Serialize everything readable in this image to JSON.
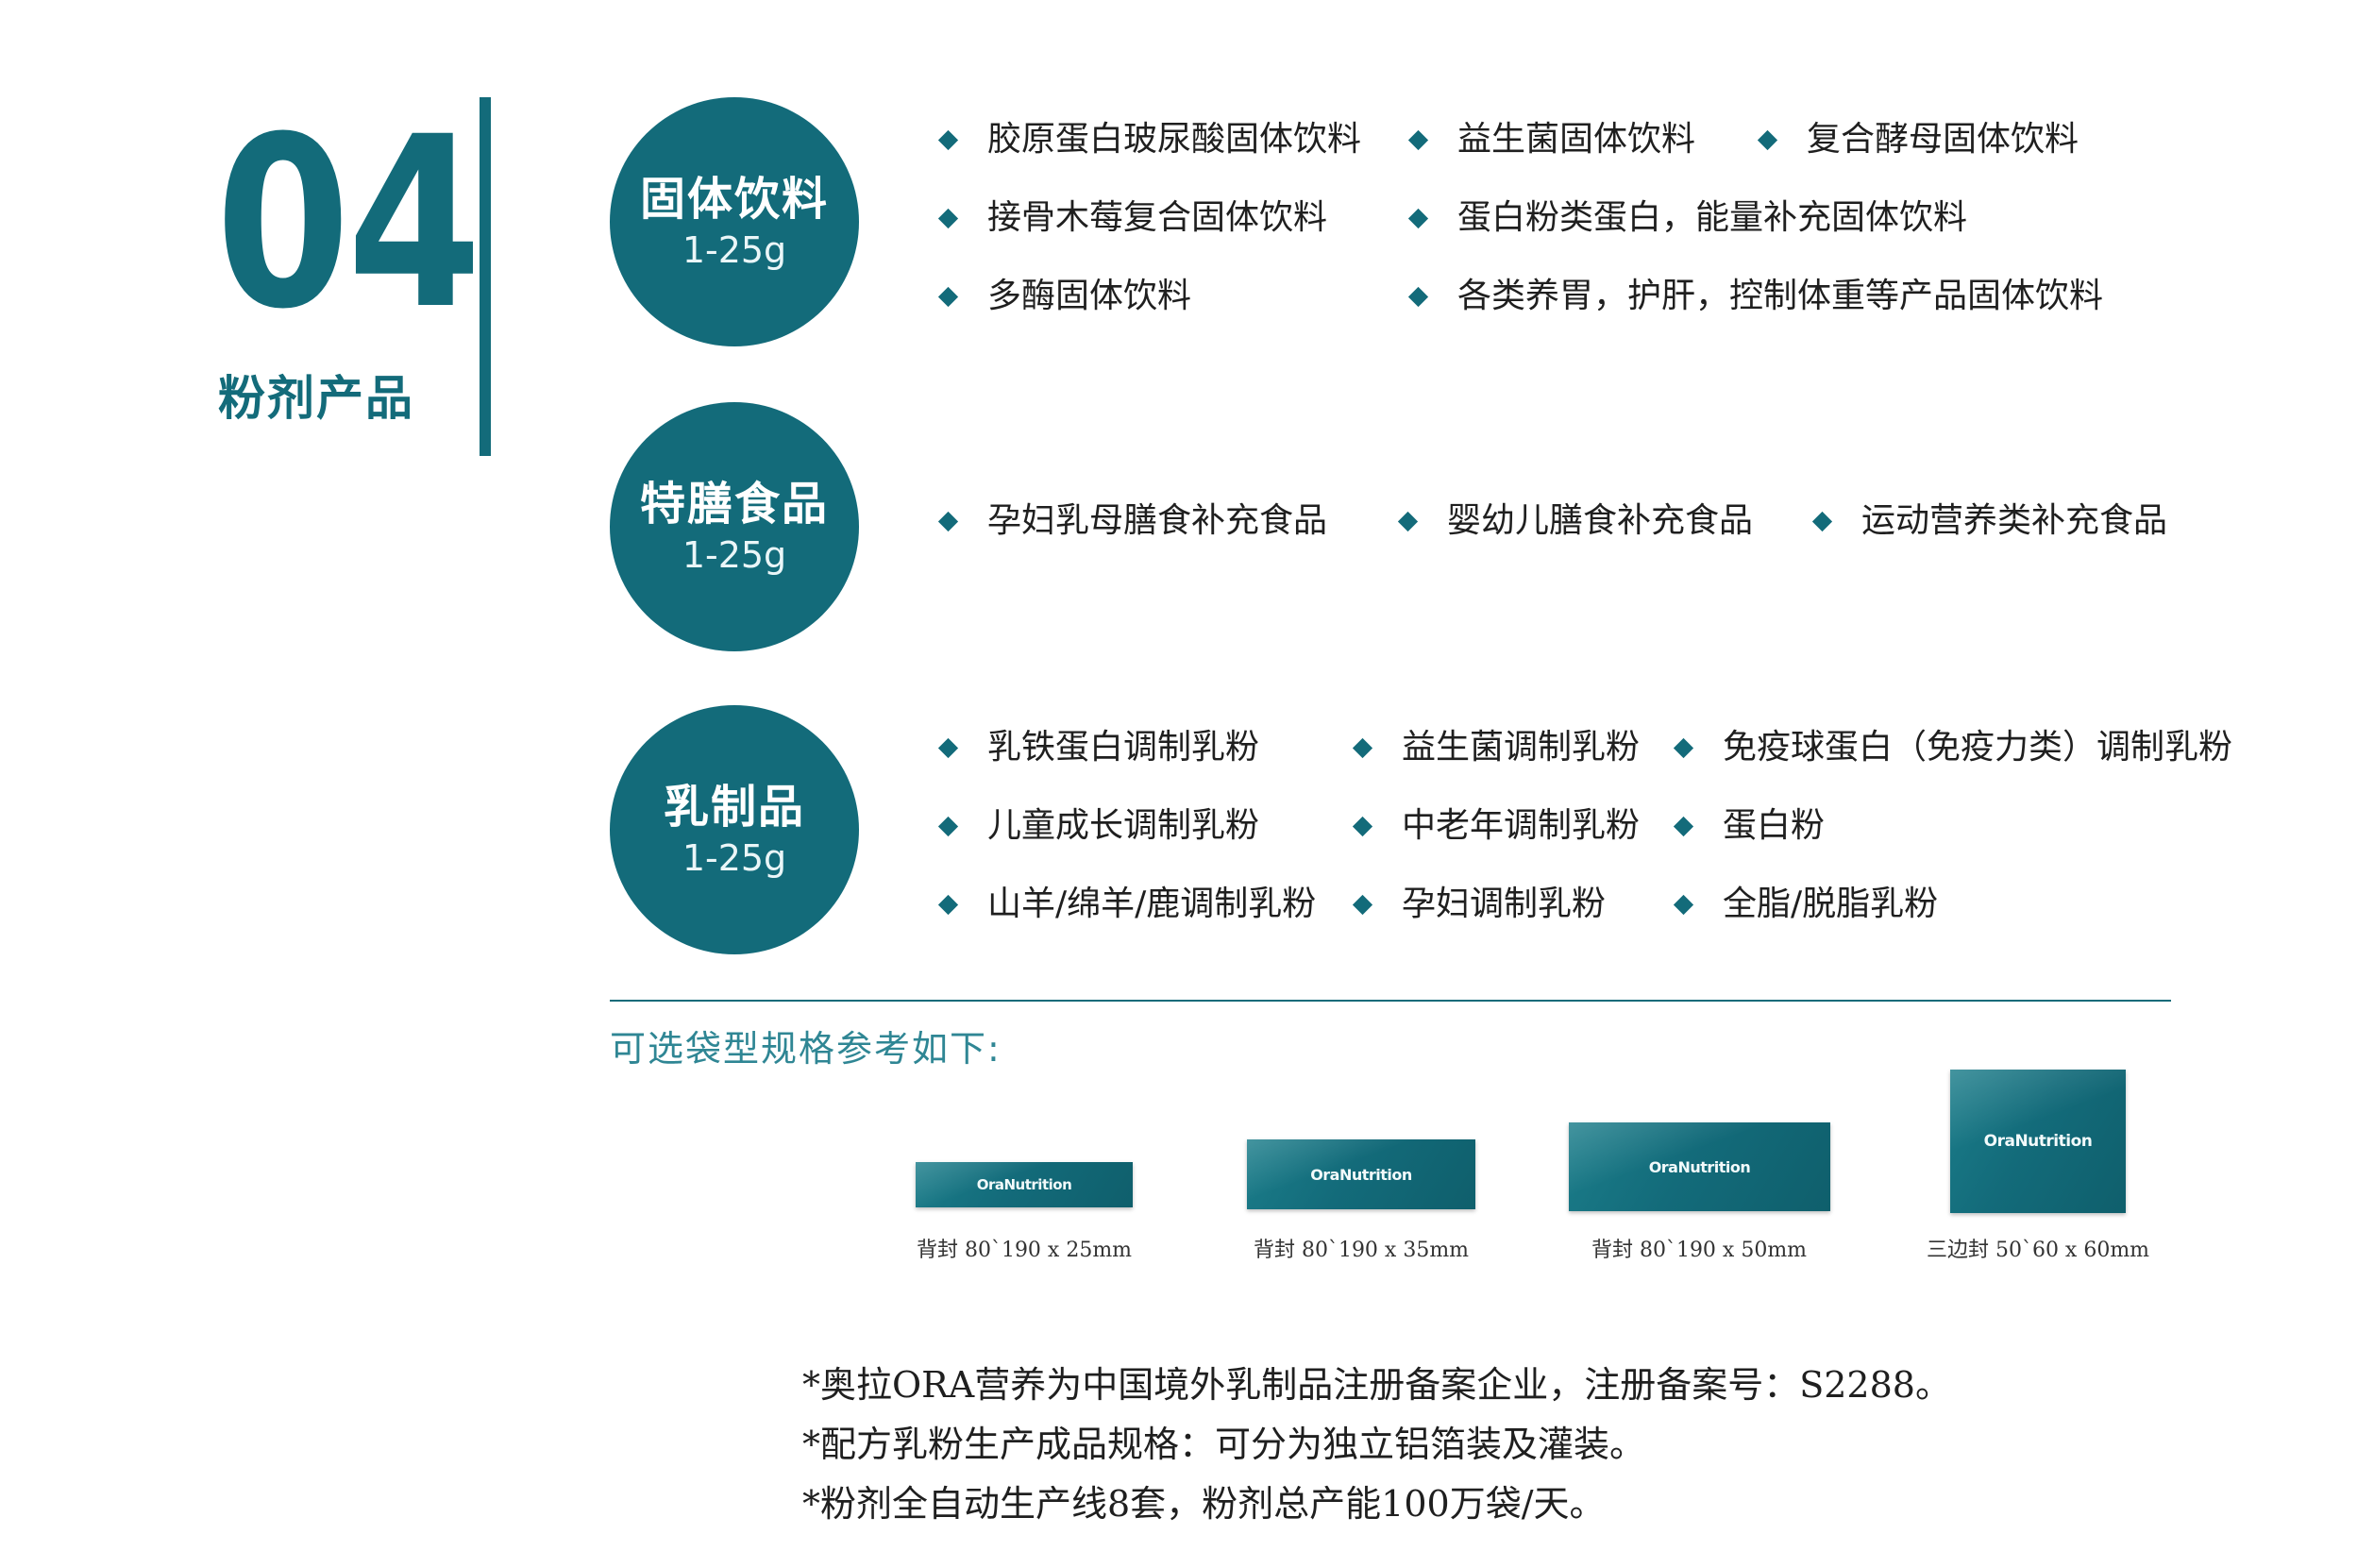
{
  "section": {
    "number": "04",
    "title": "粉剂产品"
  },
  "categories": [
    {
      "title": "固体饮料",
      "sub": "1-25g",
      "items": [
        "胶原蛋白玻尿酸固体饮料",
        "益生菌固体饮料",
        "复合酵母固体饮料",
        "接骨木莓复合固体饮料",
        "蛋白粉类蛋白，能量补充固体饮料",
        "多酶固体饮料",
        "各类养胃，护肝，控制体重等产品固体饮料"
      ]
    },
    {
      "title": "特膳食品",
      "sub": "1-25g",
      "items": [
        "孕妇乳母膳食补充食品",
        "婴幼儿膳食补充食品",
        "运动营养类补充食品"
      ]
    },
    {
      "title": "乳制品",
      "sub": "1-25g",
      "items": [
        "乳铁蛋白调制乳粉",
        "益生菌调制乳粉",
        "免疫球蛋白（免疫力类）调制乳粉",
        "儿童成长调制乳粉",
        "中老年调制乳粉",
        "蛋白粉",
        "山羊/绵羊/鹿调制乳粉",
        "孕妇调制乳粉",
        "全脂/脱脂乳粉"
      ]
    }
  ],
  "options_label": "可选袋型规格参考如下:",
  "packages": [
    {
      "brand": "OraNutrition",
      "spec": "背封 80`190 x 25mm"
    },
    {
      "brand": "OraNutrition",
      "spec": "背封 80`190 x 35mm"
    },
    {
      "brand": "OraNutrition",
      "spec": "背封 80`190 x 50mm"
    },
    {
      "brand": "OraNutrition",
      "spec": "三边封 50`60 x 60mm"
    }
  ],
  "notes": [
    "*奥拉ORA营养为中国境外乳制品注册备案企业，注册备案号：S2288。",
    "*配方乳粉生产成品规格：可分为独立铝箔装及灌装。",
    "*粉剂全自动生产线8套，粉剂总产能100万袋/天。"
  ],
  "colors": {
    "accent": "#136b7a",
    "label": "#2f8694"
  },
  "icons": {
    "bullet": "diamond-icon"
  }
}
